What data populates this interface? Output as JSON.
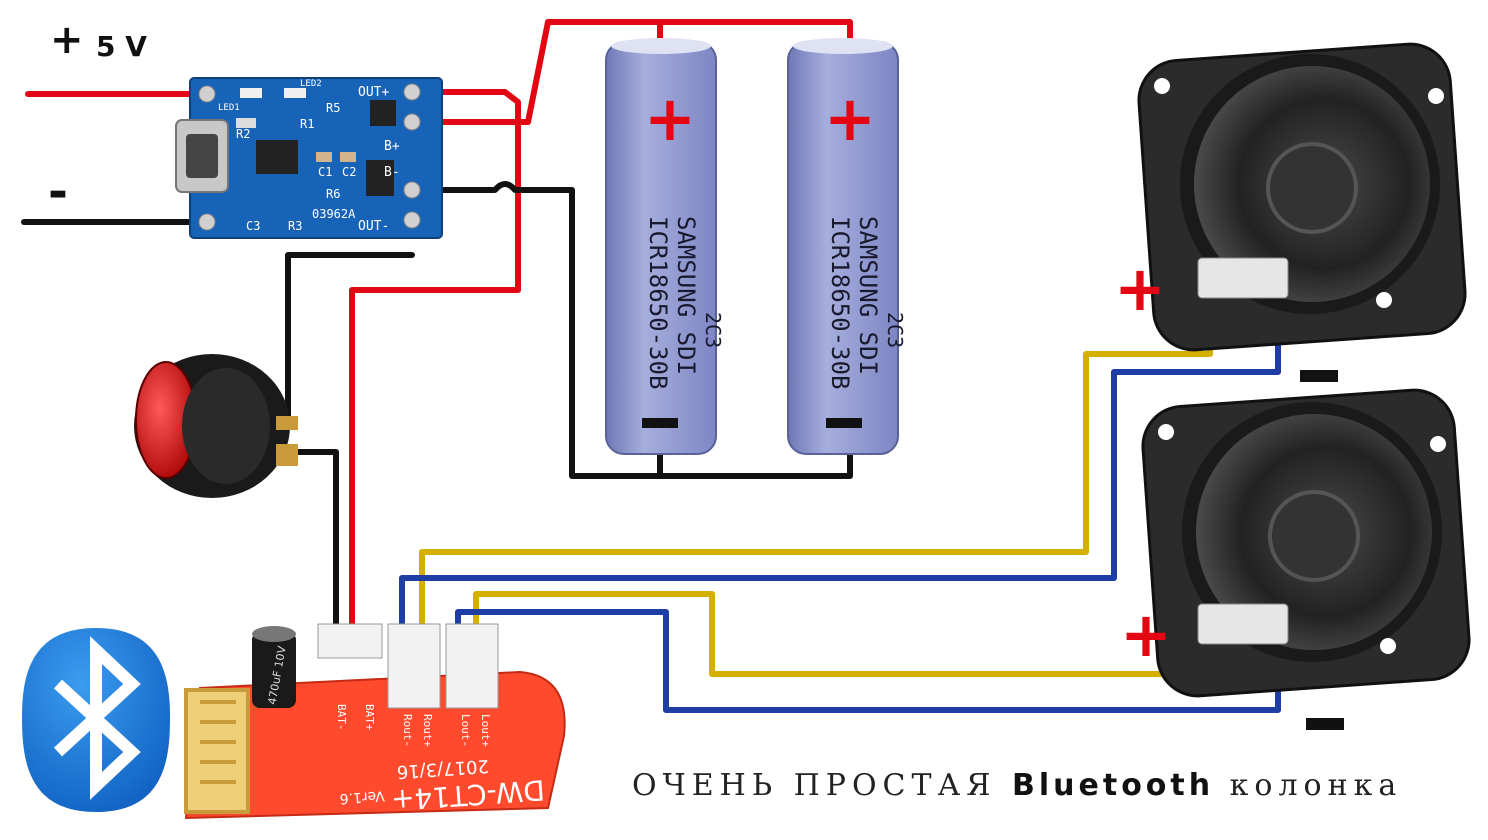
{
  "diagram": {
    "title_part1": "ОЧЕНЬ ПРОСТАЯ",
    "title_part2": "Bluetooth",
    "title_part3": "колонка",
    "power_label": "5 V",
    "power_plus": "+",
    "power_minus": "-",
    "charger": {
      "pin_labels": [
        "OUT+",
        "B+",
        "B-",
        "OUT-"
      ],
      "silkscreen": [
        "LED1",
        "LED2",
        "R2",
        "R1",
        "R5",
        "C1",
        "C2",
        "R6",
        "C3",
        "R3",
        "03962A"
      ]
    },
    "battery": {
      "plus": "+",
      "minus": "-",
      "print_lines": [
        "ICR18650-30B",
        "SAMSUNG SDI",
        "2C3"
      ]
    },
    "speaker_plus": "+",
    "speaker_minus": "-",
    "amp_board": {
      "model": "DW-CT14+",
      "date": "2017/3/16",
      "version": "Ver1.6",
      "cap": "470uF 10V",
      "pin_labels": [
        "BAT-",
        "BAT+",
        "Rout-",
        "Rout+",
        "Lout-",
        "Lout+"
      ]
    }
  },
  "colors": {
    "wire_red": "#e30613",
    "wire_black": "#111111",
    "wire_yellow": "#d4b000",
    "wire_blue": "#1f3ea5",
    "board_blue": "#1763b8",
    "battery": "#8a93cc",
    "amp_red": "#ff4a2e",
    "bluetooth_blue": "#1d7bd8"
  }
}
